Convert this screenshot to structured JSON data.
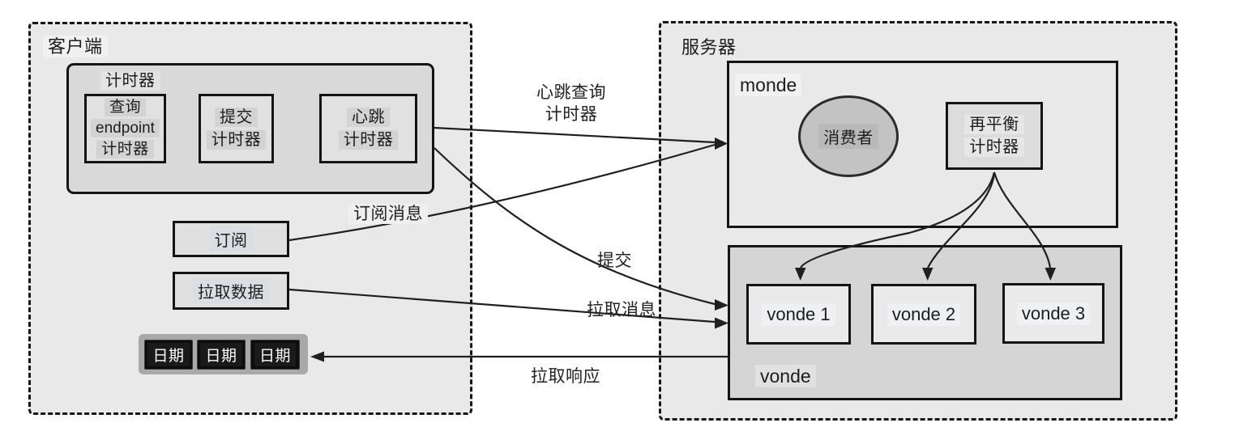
{
  "client": {
    "label": "客户端",
    "timer_group": {
      "label": "计时器",
      "endpoint_timer": {
        "lines": [
          "查询",
          "endpoint",
          "计时器"
        ]
      },
      "commit_timer": {
        "lines": [
          "提交",
          "计时器"
        ]
      },
      "heartbeat_timer": {
        "lines": [
          "心跳",
          "计时器"
        ]
      }
    },
    "subscribe_label": "订阅",
    "pull_data_label": "拉取数据",
    "dates": [
      "日期",
      "日期",
      "日期"
    ]
  },
  "server": {
    "label": "服务器",
    "monde_group": {
      "label": "monde",
      "consumer_label": "消费者",
      "rebalance_timer": {
        "lines": [
          "再平衡",
          "计时器"
        ]
      }
    },
    "vonde_group": {
      "label": "vonde",
      "partitions": [
        "vonde 1",
        "vonde 2",
        "vonde 3"
      ]
    }
  },
  "arrows": {
    "heartbeat": {
      "lines": [
        "心跳查询",
        "计时器"
      ]
    },
    "subscribe": "订阅消息",
    "commit": "提交",
    "pull_message": "拉取消息",
    "pull_response": "拉取响应"
  },
  "colors": {
    "container_fill": "#e9e9e9",
    "timer_panel_fill": "#d9d9d9",
    "inner_box_fill": "#e2e2e2",
    "vonde_panel_fill": "#d5d5d5",
    "dates_strip_fill": "#a8a8a8",
    "date_box_fill": "#0d0d0d",
    "consumer_circle_fill": "#c3c3c3",
    "line_color": "#1f1f1f"
  }
}
